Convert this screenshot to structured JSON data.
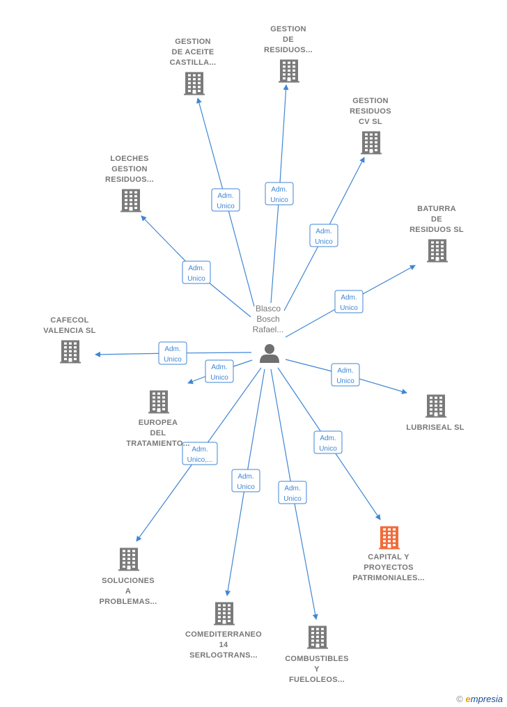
{
  "colors": {
    "edge": "#3f86d4",
    "building": "#7a7a7a",
    "building_highlight": "#f26b3a",
    "person": "#6f6f6f"
  },
  "center": {
    "label": [
      "Blasco",
      "Bosch",
      "Rafael..."
    ]
  },
  "nodes": [
    {
      "id": "gestion-aceite",
      "label": [
        "GESTION",
        "DE ACEITE",
        "CASTILLA..."
      ],
      "highlight": false
    },
    {
      "id": "gestion-residuos",
      "label": [
        "GESTION",
        "DE",
        "RESIDUOS..."
      ],
      "highlight": false
    },
    {
      "id": "gestion-residuos-cv",
      "label": [
        "GESTION",
        "RESIDUOS",
        "CV  SL"
      ],
      "highlight": false
    },
    {
      "id": "loeches",
      "label": [
        "LOECHES",
        "GESTION",
        "RESIDUOS..."
      ],
      "highlight": false
    },
    {
      "id": "baturra",
      "label": [
        "BATURRA",
        "DE",
        "RESIDUOS  SL"
      ],
      "highlight": false
    },
    {
      "id": "cafecol",
      "label": [
        "CAFECOL",
        "VALENCIA  SL"
      ],
      "highlight": false
    },
    {
      "id": "europea",
      "label": [
        "EUROPEA",
        "DEL",
        "TRATAMIENTO..."
      ],
      "highlight": false
    },
    {
      "id": "lubriseal",
      "label": [
        "LUBRISEAL  SL"
      ],
      "highlight": false
    },
    {
      "id": "capital",
      "label": [
        "CAPITAL  Y",
        "PROYECTOS",
        "PATRIMONIALES..."
      ],
      "highlight": true
    },
    {
      "id": "soluciones",
      "label": [
        "SOLUCIONES",
        "A",
        "PROBLEMAS..."
      ],
      "highlight": false
    },
    {
      "id": "comediterraneo",
      "label": [
        "COMEDITERRANEO",
        "14",
        "SERLOGTRANS..."
      ],
      "highlight": false
    },
    {
      "id": "combustibles",
      "label": [
        "COMBUSTIBLES",
        "Y",
        "FUELOLEOS..."
      ],
      "highlight": false
    }
  ],
  "edges": [
    {
      "to": "gestion-aceite",
      "label": [
        "Adm.",
        "Unico"
      ]
    },
    {
      "to": "gestion-residuos",
      "label": [
        "Adm.",
        "Unico"
      ]
    },
    {
      "to": "gestion-residuos-cv",
      "label": [
        "Adm.",
        "Unico"
      ]
    },
    {
      "to": "loeches",
      "label": [
        "Adm.",
        "Unico"
      ]
    },
    {
      "to": "baturra",
      "label": [
        "Adm.",
        "Unico"
      ]
    },
    {
      "to": "cafecol",
      "label": [
        "Adm.",
        "Unico"
      ]
    },
    {
      "to": "europea",
      "label": [
        "Adm.",
        "Unico"
      ]
    },
    {
      "to": "lubriseal",
      "label": [
        "Adm.",
        "Unico"
      ]
    },
    {
      "to": "capital",
      "label": [
        "Adm.",
        "Unico"
      ]
    },
    {
      "to": "soluciones",
      "label": [
        "Adm.",
        "Unico,..."
      ]
    },
    {
      "to": "comediterraneo",
      "label": [
        "Adm.",
        "Unico"
      ]
    },
    {
      "to": "combustibles",
      "label": [
        "Adm.",
        "Unico"
      ]
    }
  ],
  "footer": {
    "copyright": "©",
    "brand_e": "e",
    "brand_rest": "mpresia"
  }
}
